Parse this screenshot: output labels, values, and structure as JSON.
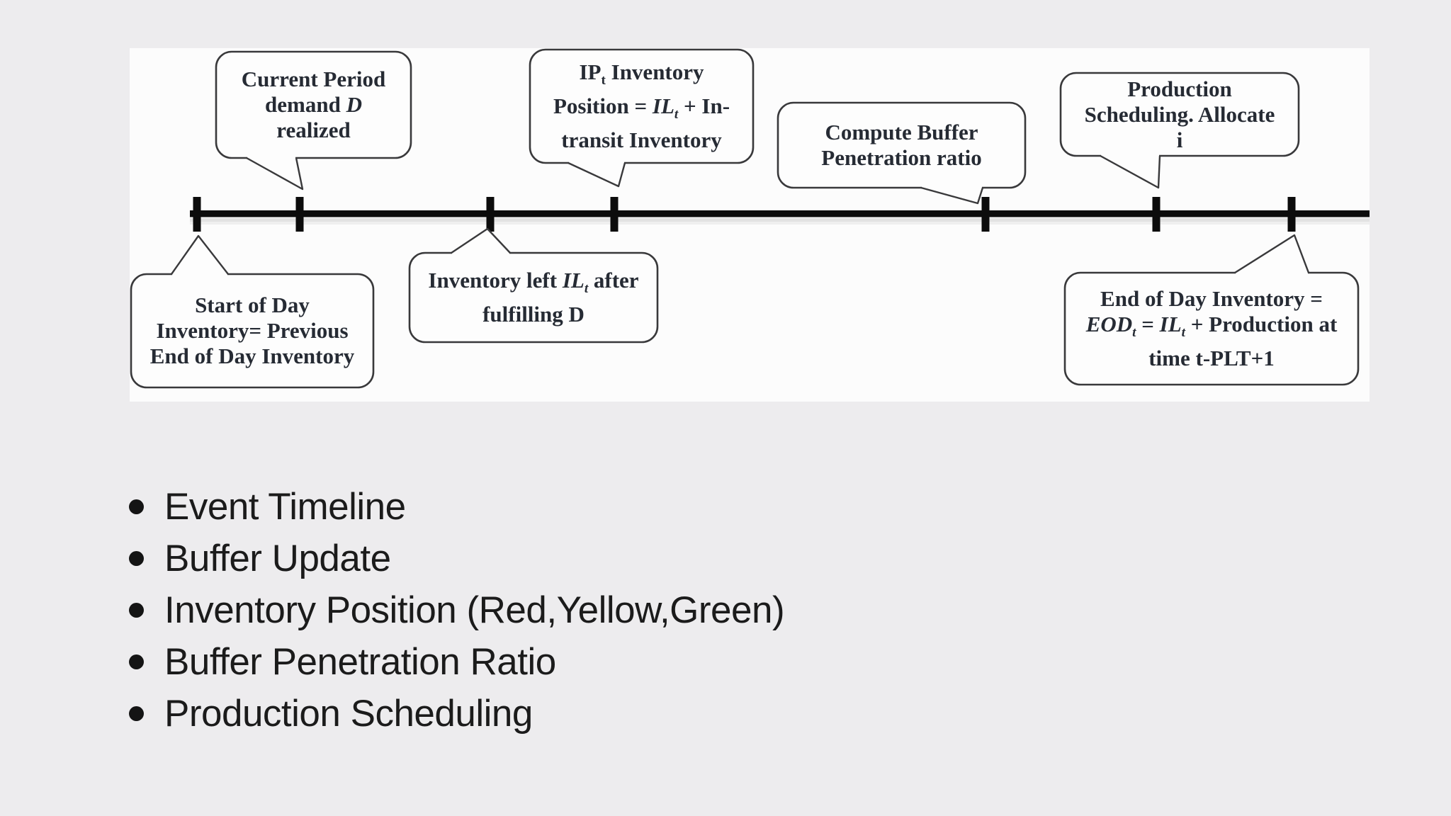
{
  "colors": {
    "page_background": "#edecee",
    "panel_background": "#fcfcfc",
    "bubble_fill": "#fdfdfd",
    "bubble_stroke": "#39393b",
    "timeline_color": "#0c0c0c",
    "bubble_text": "#262b34",
    "list_text": "#1b1b1b"
  },
  "diagram": {
    "callouts": [
      {
        "name": "current-period-demand",
        "lines": [
          [
            {
              "t": "Current Period"
            }
          ],
          [
            {
              "t": "demand "
            },
            {
              "t": "D",
              "i": 1
            }
          ],
          [
            {
              "t": "realized"
            }
          ]
        ]
      },
      {
        "name": "inventory-position",
        "lines": [
          [
            {
              "t": "IP"
            },
            {
              "t": "t",
              "sub": 1
            },
            {
              "t": " Inventory"
            }
          ],
          [
            {
              "t": "Position = "
            },
            {
              "t": "IL",
              "i": 1
            },
            {
              "t": "t",
              "sub": 1,
              "i": 1
            },
            {
              "t": " + In-"
            }
          ],
          [
            {
              "t": "transit Inventory"
            }
          ]
        ]
      },
      {
        "name": "compute-buffer-penetration",
        "lines": [
          [
            {
              "t": "Compute Buffer"
            }
          ],
          [
            {
              "t": "Penetration ratio"
            }
          ]
        ]
      },
      {
        "name": "production-scheduling",
        "lines": [
          [
            {
              "t": "Production"
            }
          ],
          [
            {
              "t": "Scheduling. Allocate"
            }
          ],
          [
            {
              "t": "i"
            }
          ]
        ]
      },
      {
        "name": "start-of-day-inventory",
        "lines": [
          [
            {
              "t": "Start of Day"
            }
          ],
          [
            {
              "t": "Inventory= Previous"
            }
          ],
          [
            {
              "t": "End of Day Inventory"
            }
          ]
        ]
      },
      {
        "name": "inventory-left",
        "lines": [
          [
            {
              "t": "Inventory left "
            },
            {
              "t": "IL",
              "i": 1
            },
            {
              "t": "t",
              "sub": 1,
              "i": 1
            },
            {
              "t": " after"
            }
          ],
          [
            {
              "t": "fulfilling D"
            }
          ]
        ]
      },
      {
        "name": "end-of-day-inventory",
        "lines": [
          [
            {
              "t": "End of Day Inventory ="
            }
          ],
          [
            {
              "t": "EOD",
              "i": 1
            },
            {
              "t": "t",
              "sub": 1,
              "i": 1
            },
            {
              "t": " = "
            },
            {
              "t": "IL",
              "i": 1
            },
            {
              "t": "t",
              "sub": 1,
              "i": 1
            },
            {
              "t": " + Production at"
            }
          ],
          [
            {
              "t": "time t-PLT+1"
            }
          ]
        ]
      }
    ]
  },
  "bullets": {
    "items": [
      "Event Timeline",
      "Buffer Update",
      "Inventory Position (Red,Yellow,Green)",
      "Buffer Penetration Ratio",
      "Production Scheduling"
    ]
  }
}
